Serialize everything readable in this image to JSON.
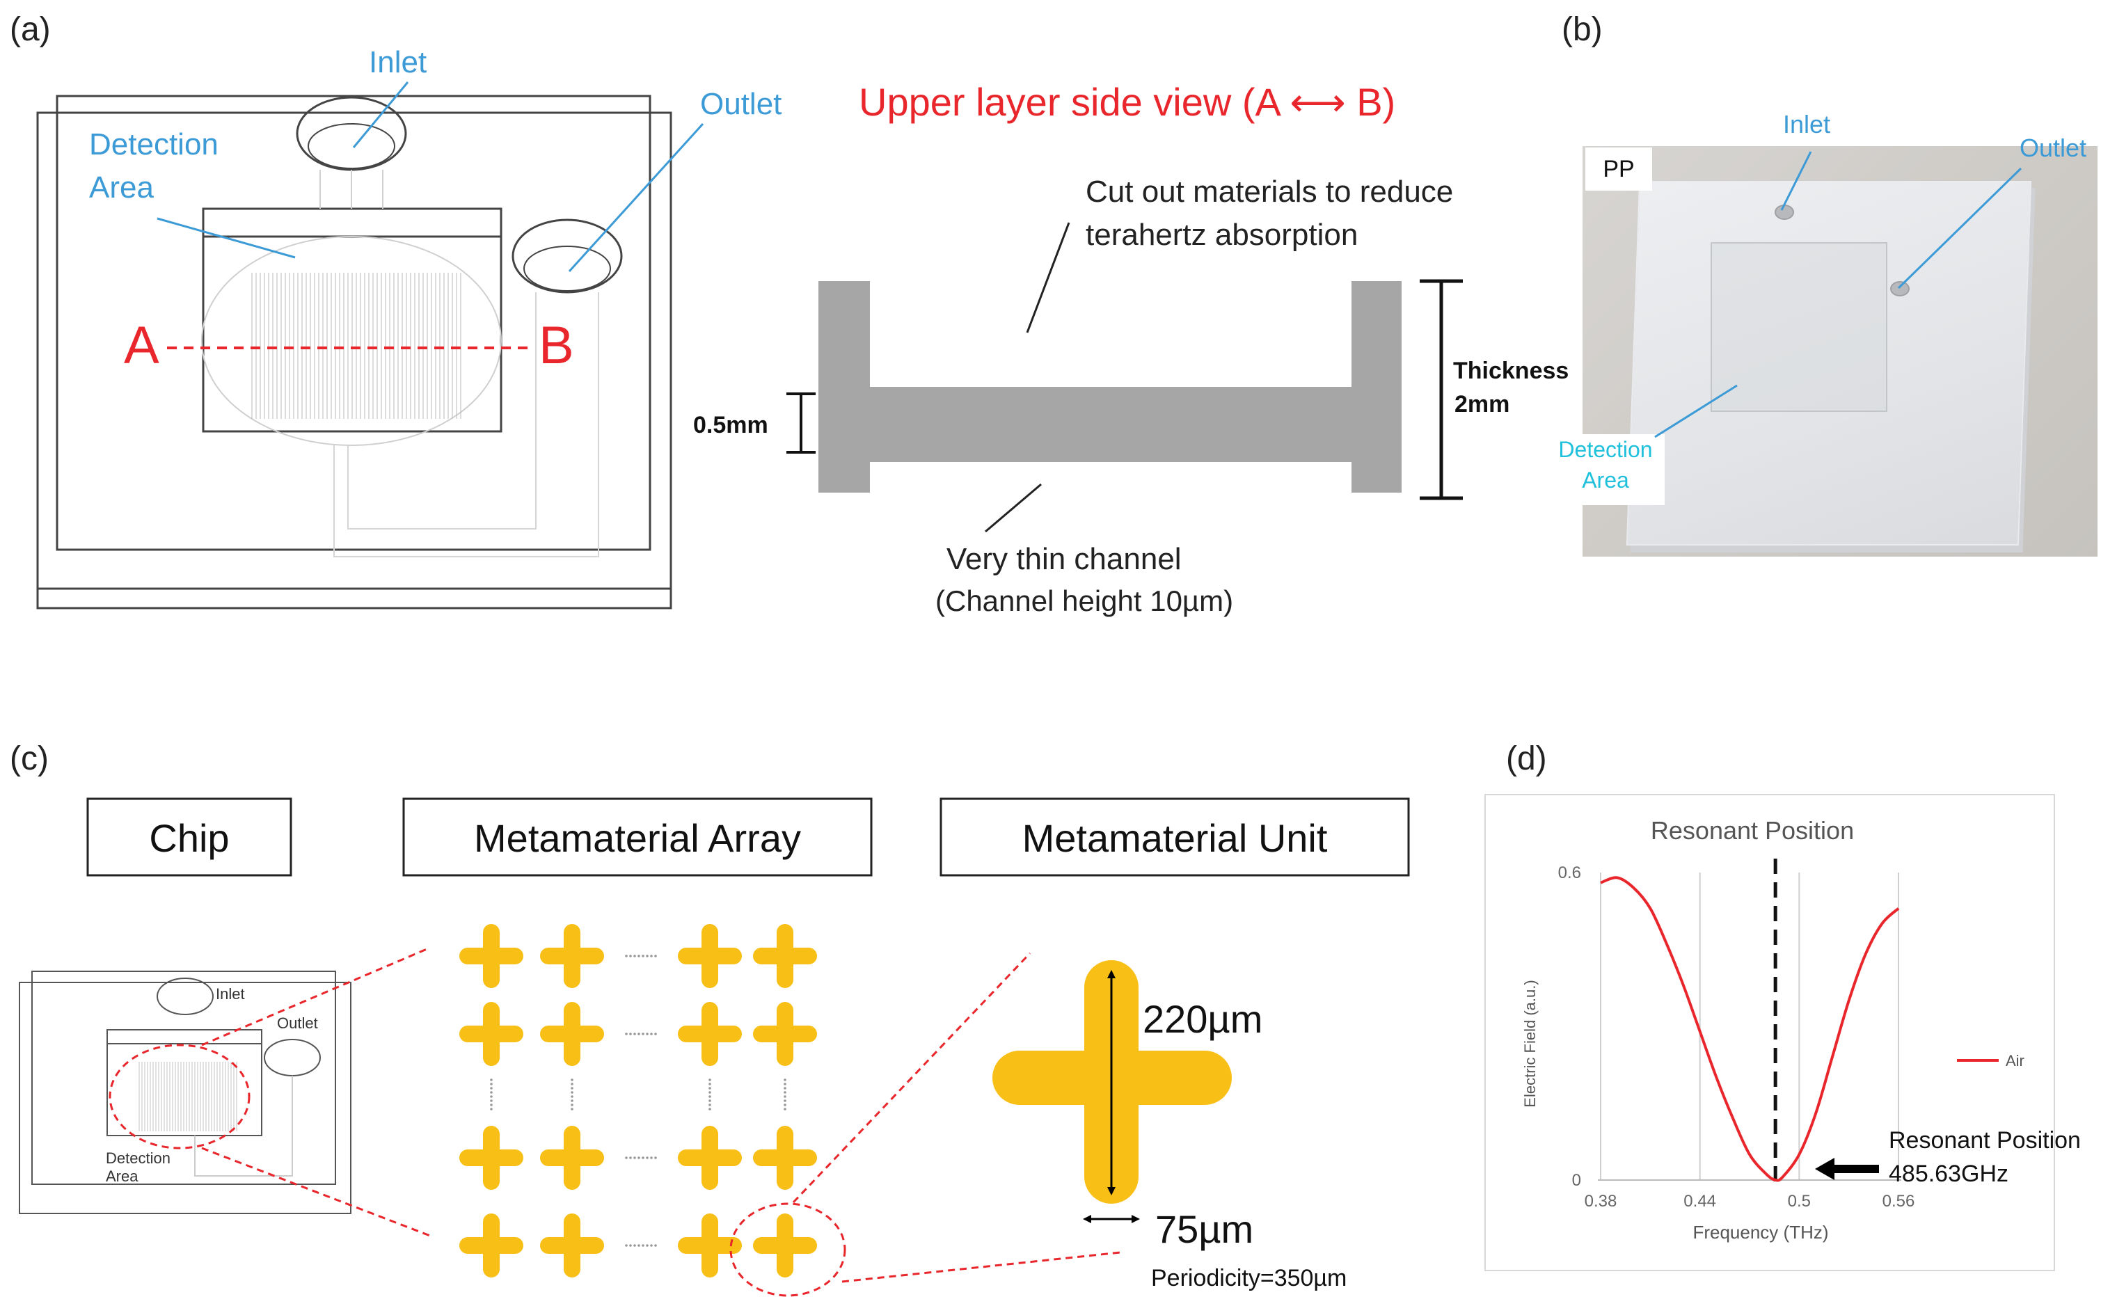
{
  "panels": {
    "a": "(a)",
    "b": "(b)",
    "c": "(c)",
    "d": "(d)"
  },
  "panel_a": {
    "inlet": "Inlet",
    "outlet": "Outlet",
    "detection_line1": "Detection",
    "detection_line2": "Area",
    "point_a": "A",
    "point_b": "B"
  },
  "side_view": {
    "title": "Upper layer side view (A ⟷ B)",
    "cut_note_line1": "Cut out materials to reduce",
    "cut_note_line2": "terahertz absorption",
    "dim_small": "0.5mm",
    "thickness_line1": "Thickness",
    "thickness_line2": "2mm",
    "channel_line1": "Very thin channel",
    "channel_line2": "(Channel height 10µm)"
  },
  "panel_b": {
    "pp": "PP",
    "inlet": "Inlet",
    "outlet": "Outlet",
    "detection_line1": "Detection",
    "detection_line2": "Area"
  },
  "panel_c": {
    "box_chip": "Chip",
    "box_array": "Metamaterial Array",
    "box_unit": "Metamaterial Unit",
    "mini_inlet": "Inlet",
    "mini_outlet": "Outlet",
    "mini_detection_line1": "Detection",
    "mini_detection_line2": "Area",
    "unit_length": "220µm",
    "unit_width": "75µm",
    "periodicity": "Periodicity=350µm"
  },
  "colors": {
    "blue_label": "#3c9bd6",
    "red_label": "#e8262b",
    "cyan_label": "#1ec0dc",
    "cross_fill": "#f8bf16",
    "gray_body": "#a6a6a6",
    "curve": "#e8262b"
  },
  "chart_data": {
    "type": "line",
    "title": "Resonant Position",
    "xlabel": "Frequency (THz)",
    "ylabel": "Electric Field (a.u.)",
    "xlim": [
      0.38,
      0.56
    ],
    "ylim": [
      0,
      0.6
    ],
    "x_ticks": [
      "0.38",
      "0.44",
      "0.5",
      "0.56"
    ],
    "y_ticks": [
      "0",
      "0.6"
    ],
    "grid": "vertical",
    "legend_position": "right",
    "series": [
      {
        "name": "Air",
        "color": "#e8262b",
        "x": [
          0.38,
          0.39,
          0.4,
          0.41,
          0.42,
          0.43,
          0.44,
          0.45,
          0.46,
          0.47,
          0.48,
          0.4856,
          0.49,
          0.5,
          0.51,
          0.52,
          0.53,
          0.54,
          0.55,
          0.56
        ],
        "y": [
          0.58,
          0.59,
          0.57,
          0.53,
          0.46,
          0.38,
          0.29,
          0.2,
          0.12,
          0.05,
          0.012,
          0.0,
          0.006,
          0.05,
          0.13,
          0.24,
          0.35,
          0.44,
          0.5,
          0.53
        ]
      }
    ],
    "resonance_x": 0.48563,
    "annotation_line1": "Resonant Position",
    "annotation_line2": "485.63GHz"
  }
}
